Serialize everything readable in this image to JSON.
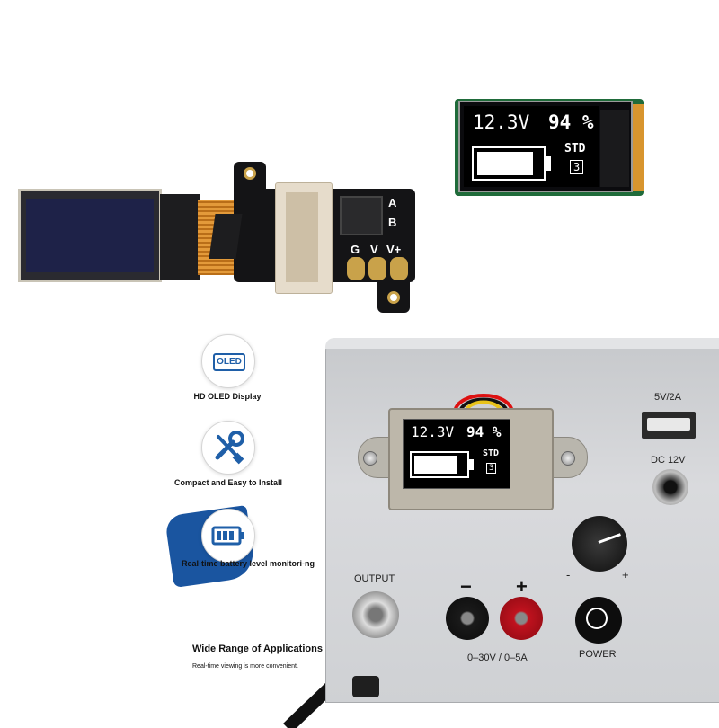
{
  "module": {
    "silk_labels": {
      "a": "A",
      "b": "B",
      "g": "G",
      "v_minus": "V",
      "v_plus": "V+"
    }
  },
  "oled_display": {
    "voltage": "12.3V",
    "percent": "94 %",
    "mode": "STD",
    "level": "3"
  },
  "features": [
    {
      "icon": "oled-icon",
      "icon_text": "OLED",
      "label": "HD OLED Display"
    },
    {
      "icon": "wrench-screwdriver-icon",
      "label": "Compact and Easy to Install"
    },
    {
      "icon": "battery-icon",
      "label": "Real-time battery level monitori-ng"
    }
  ],
  "applications": {
    "title": "Wide Range of Applications",
    "subtitle": "Real-time viewing is more convenient."
  },
  "power_supply": {
    "usb_label": "5V/2A",
    "dc_label": "DC 12V",
    "output_label": "OUTPUT",
    "minus_sign": "−",
    "plus_sign": "+",
    "range_label": "0–30V / 0–5A",
    "power_label": "POWER",
    "knob_minus": "-",
    "knob_plus": "+"
  },
  "colors": {
    "pcb": "#141416",
    "fpc": "#d98a2a",
    "display_pcb": "#1f6b3a",
    "icon_blue": "#1f5fa8",
    "post_red": "#c0121e"
  }
}
